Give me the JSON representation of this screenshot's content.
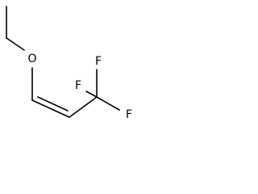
{
  "molecule": {
    "atoms": {
      "oxygen": "O",
      "fluorine_top": "F",
      "fluorine_left": "F",
      "fluorine_right": "F"
    },
    "colors": {
      "bond": "#000000",
      "label": "#000000",
      "background": "#ffffff"
    }
  }
}
